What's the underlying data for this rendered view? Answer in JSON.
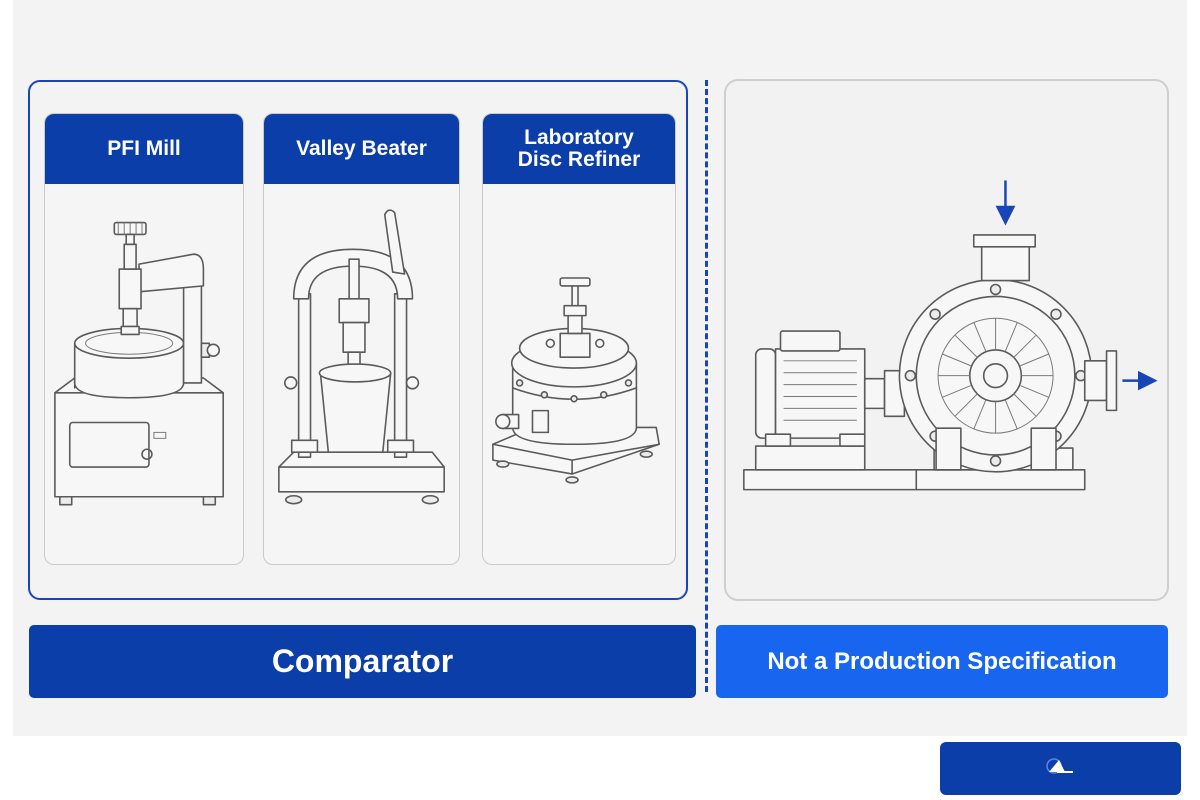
{
  "equipment": [
    {
      "label": "PFI Mill",
      "icon": "pfi-mill-icon"
    },
    {
      "label": "Valley Beater",
      "icon": "valley-beater-icon"
    },
    {
      "label": "Laboratory\nDisc Refiner",
      "icon": "disc-refiner-icon"
    }
  ],
  "production": {
    "icon": "industrial-pump-motor-icon"
  },
  "buttons": {
    "comparator": "Comparator",
    "not_production": "Not a Production Specification"
  },
  "colors": {
    "primary": "#0b3ea8",
    "accent": "#1866f0",
    "frame": "#1a45b8",
    "arrow": "#1a45b8"
  },
  "footer": {
    "logo_icon": "brand-logo-icon"
  }
}
